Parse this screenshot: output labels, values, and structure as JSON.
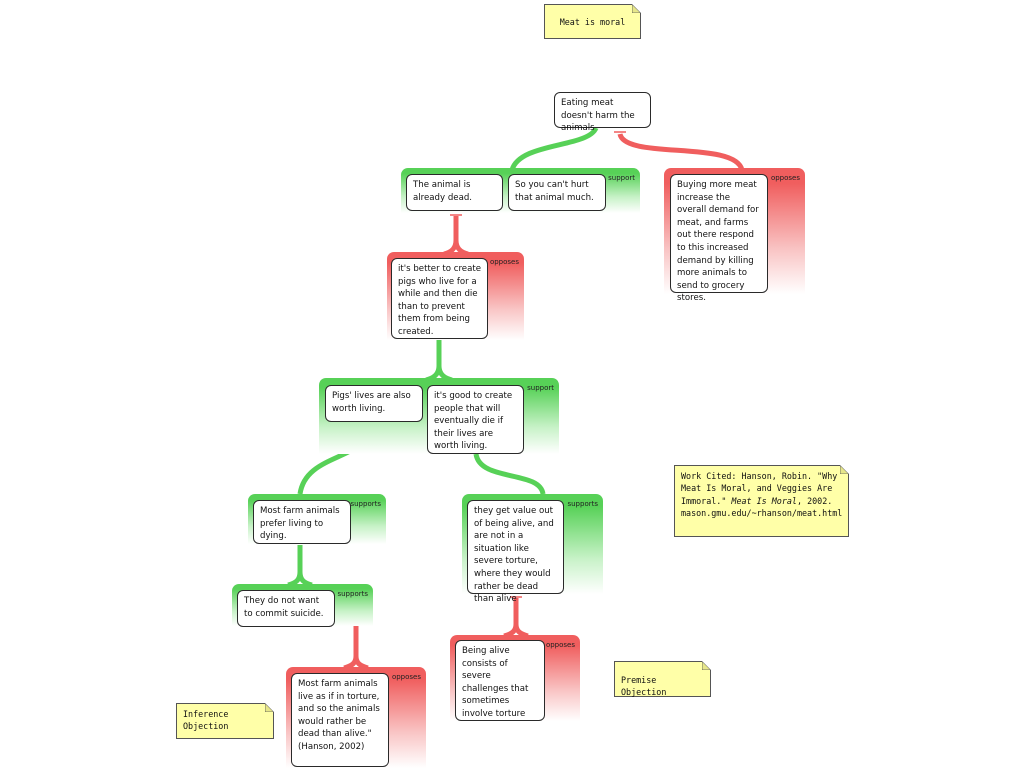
{
  "colors": {
    "support": "#57d157",
    "oppose": "#f05e5e",
    "note": "#ffffa8"
  },
  "notes": {
    "title": "Meat is moral",
    "work_cited_prefix": "Work Cited: Hanson, Robin. \"Why Meat Is Moral, and Veggies Are Immoral.\" ",
    "work_cited_italic": "Meat Is Moral",
    "work_cited_suffix": ", 2002. mason.gmu.edu/~rhanson/meat.html",
    "premise_objection": "Premise Objection",
    "inference_objection": "Inference Objection"
  },
  "claim": "Eating meat doesn't harm the animals",
  "g1": {
    "label": "support",
    "premise_a": "The animal is already dead.",
    "premise_b": "So you can't hurt that animal much."
  },
  "g2": {
    "label": "opposes",
    "text": "Buying more meat increase the overall demand for meat, and farms out there respond to this increased demand by killing more animals to send to grocery stores."
  },
  "g3": {
    "label": "opposes",
    "text": "it's better to create pigs who live for a while and then die than to prevent them from being created."
  },
  "g4": {
    "label": "support",
    "premise_a": "Pigs' lives are also worth living.",
    "premise_b": "it's good to create people that will eventually die if their lives are worth living."
  },
  "g5": {
    "label": "supports",
    "text": "Most farm animals prefer living to dying."
  },
  "g6": {
    "label": "supports",
    "text": "They do not want to commit suicide."
  },
  "g7": {
    "label": "opposes",
    "text": "Most farm animals live as if in torture, and so the animals would rather be dead than alive.\"(Hanson, 2002)"
  },
  "g8": {
    "label": "supports",
    "text": "they get value out of being alive, and are not in a situation like severe torture, where they would rather be dead than alive"
  },
  "g9": {
    "label": "opposes",
    "text": "Being alive consists of severe challenges that sometimes involve torture"
  }
}
